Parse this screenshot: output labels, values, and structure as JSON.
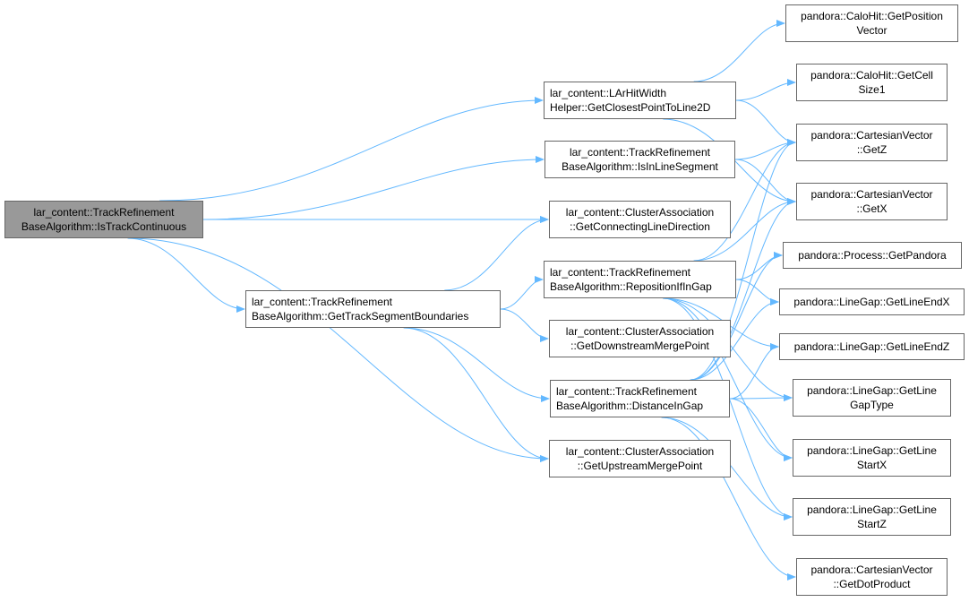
{
  "colors": {
    "edge": "#63b8ff",
    "node_border": "#666666",
    "root_fill": "#999999",
    "node_fill": "#ffffff"
  },
  "nodes": {
    "isTrackContinuous": {
      "line1": "lar_content::TrackRefinement",
      "line2": "BaseAlgorithm::IsTrackContinuous"
    },
    "getTrackSegmentBoundaries": {
      "line1": "lar_content::TrackRefinement",
      "line2": "BaseAlgorithm::GetTrackSegmentBoundaries"
    },
    "getClosestPointToLine2D": {
      "line1": "lar_content::LArHitWidth",
      "line2": "Helper::GetClosestPointToLine2D"
    },
    "isInLineSegment": {
      "line1": "lar_content::TrackRefinement",
      "line2": "BaseAlgorithm::IsInLineSegment"
    },
    "getConnectingLineDirection": {
      "line1": "lar_content::ClusterAssociation",
      "line2": "::GetConnectingLineDirection"
    },
    "repositionIfInGap": {
      "line1": "lar_content::TrackRefinement",
      "line2": "BaseAlgorithm::RepositionIfInGap"
    },
    "getDownstreamMergePoint": {
      "line1": "lar_content::ClusterAssociation",
      "line2": "::GetDownstreamMergePoint"
    },
    "distanceInGap": {
      "line1": "lar_content::TrackRefinement",
      "line2": "BaseAlgorithm::DistanceInGap"
    },
    "getUpstreamMergePoint": {
      "line1": "lar_content::ClusterAssociation",
      "line2": "::GetUpstreamMergePoint"
    },
    "caloHitGetPositionVector": {
      "line1": "pandora::CaloHit::GetPosition",
      "line2": "Vector"
    },
    "caloHitGetCellSize1": {
      "line1": "pandora::CaloHit::GetCell",
      "line2": "Size1"
    },
    "cartesianGetZ": {
      "line1": "pandora::CartesianVector",
      "line2": "::GetZ"
    },
    "cartesianGetX": {
      "line1": "pandora::CartesianVector",
      "line2": "::GetX"
    },
    "processGetPandora": {
      "line1": "pandora::Process::GetPandora",
      "line2": ""
    },
    "lineGapGetLineEndX": {
      "line1": "pandora::LineGap::GetLineEndX",
      "line2": ""
    },
    "lineGapGetLineEndZ": {
      "line1": "pandora::LineGap::GetLineEndZ",
      "line2": ""
    },
    "lineGapGetLineGapType": {
      "line1": "pandora::LineGap::GetLine",
      "line2": "GapType"
    },
    "lineGapGetLineStartX": {
      "line1": "pandora::LineGap::GetLine",
      "line2": "StartX"
    },
    "lineGapGetLineStartZ": {
      "line1": "pandora::LineGap::GetLine",
      "line2": "StartZ"
    },
    "cartesianGetDotProduct": {
      "line1": "pandora::CartesianVector",
      "line2": "::GetDotProduct"
    }
  },
  "edges": [
    [
      "isTrackContinuous",
      "getClosestPointToLine2D"
    ],
    [
      "isTrackContinuous",
      "isInLineSegment"
    ],
    [
      "isTrackContinuous",
      "getConnectingLineDirection"
    ],
    [
      "isTrackContinuous",
      "getTrackSegmentBoundaries"
    ],
    [
      "isTrackContinuous",
      "getUpstreamMergePoint"
    ],
    [
      "getTrackSegmentBoundaries",
      "getConnectingLineDirection"
    ],
    [
      "getTrackSegmentBoundaries",
      "repositionIfInGap"
    ],
    [
      "getTrackSegmentBoundaries",
      "getDownstreamMergePoint"
    ],
    [
      "getTrackSegmentBoundaries",
      "distanceInGap"
    ],
    [
      "getTrackSegmentBoundaries",
      "getUpstreamMergePoint"
    ],
    [
      "getClosestPointToLine2D",
      "caloHitGetPositionVector"
    ],
    [
      "getClosestPointToLine2D",
      "caloHitGetCellSize1"
    ],
    [
      "getClosestPointToLine2D",
      "cartesianGetZ"
    ],
    [
      "getClosestPointToLine2D",
      "cartesianGetX"
    ],
    [
      "isInLineSegment",
      "cartesianGetZ"
    ],
    [
      "isInLineSegment",
      "cartesianGetX"
    ],
    [
      "repositionIfInGap",
      "cartesianGetZ"
    ],
    [
      "repositionIfInGap",
      "cartesianGetX"
    ],
    [
      "repositionIfInGap",
      "processGetPandora"
    ],
    [
      "repositionIfInGap",
      "lineGapGetLineEndX"
    ],
    [
      "repositionIfInGap",
      "lineGapGetLineEndZ"
    ],
    [
      "repositionIfInGap",
      "lineGapGetLineGapType"
    ],
    [
      "repositionIfInGap",
      "lineGapGetLineStartX"
    ],
    [
      "repositionIfInGap",
      "lineGapGetLineStartZ"
    ],
    [
      "distanceInGap",
      "cartesianGetZ"
    ],
    [
      "distanceInGap",
      "cartesianGetX"
    ],
    [
      "distanceInGap",
      "processGetPandora"
    ],
    [
      "distanceInGap",
      "lineGapGetLineEndX"
    ],
    [
      "distanceInGap",
      "lineGapGetLineEndZ"
    ],
    [
      "distanceInGap",
      "lineGapGetLineGapType"
    ],
    [
      "distanceInGap",
      "lineGapGetLineStartX"
    ],
    [
      "distanceInGap",
      "lineGapGetLineStartZ"
    ],
    [
      "distanceInGap",
      "cartesianGetDotProduct"
    ]
  ]
}
